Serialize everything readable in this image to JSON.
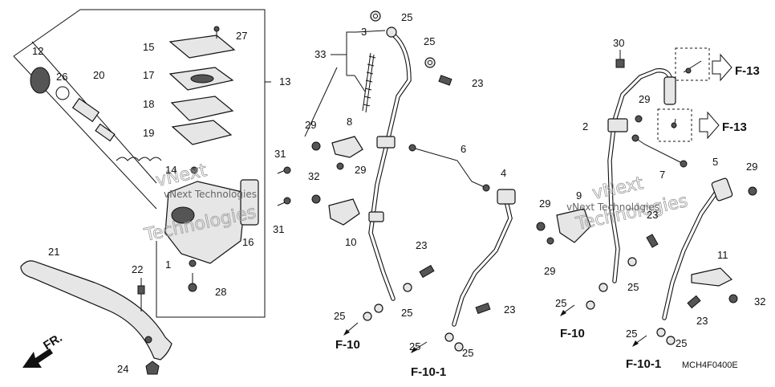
{
  "callouts": {
    "n1": "1",
    "n2": "2",
    "n3": "3",
    "n4": "4",
    "n5": "5",
    "n6": "6",
    "n7": "7",
    "n8": "8",
    "n9": "9",
    "n10": "10",
    "n11": "11",
    "n12": "12",
    "n13": "13",
    "n14": "14",
    "n15": "15",
    "n16": "16",
    "n17": "17",
    "n18": "18",
    "n19": "19",
    "n20": "20",
    "n21": "21",
    "n22": "22",
    "n23": "23",
    "n24": "24",
    "n25": "25",
    "n26": "26",
    "n27": "27",
    "n28": "28",
    "n29": "29",
    "n30": "30",
    "n31": "31",
    "n32": "32",
    "n33": "33"
  },
  "refs": {
    "f10": "F-10",
    "f10_1": "F-10-1",
    "f13": "F-13"
  },
  "front_label": "FR.",
  "diagram_code": "MCH4F0400E",
  "watermark": {
    "brand": "vNext Technologies",
    "big1": "vNext",
    "big2": "Technologies"
  },
  "colors": {
    "line": "#111111",
    "part_fill": "#e6e6e6",
    "watermark": "#9a9a9a"
  }
}
